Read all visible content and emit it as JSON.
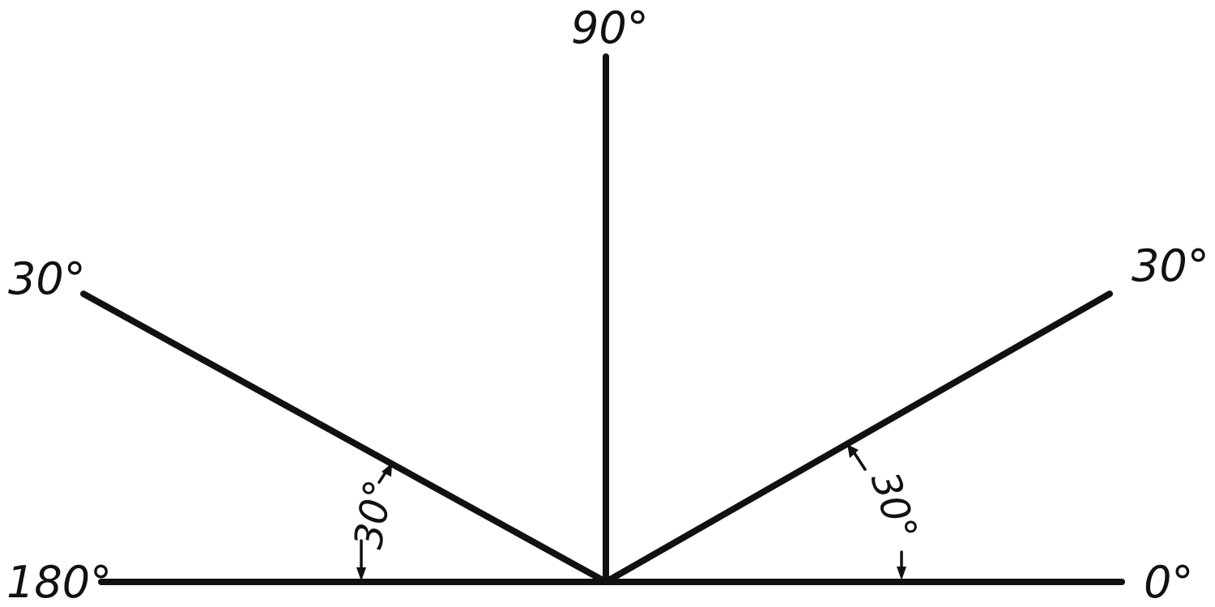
{
  "labels": {
    "top": "90°",
    "left_ray": "30°",
    "right_ray": "30°",
    "left_base": "180°",
    "right_base": "0°",
    "left_angle": "30°",
    "right_angle": "30°"
  },
  "angles_deg": {
    "vertical": 90,
    "left_ray": 150,
    "right_ray": 30,
    "left_angle_measure": 30,
    "right_angle_measure": 30
  }
}
